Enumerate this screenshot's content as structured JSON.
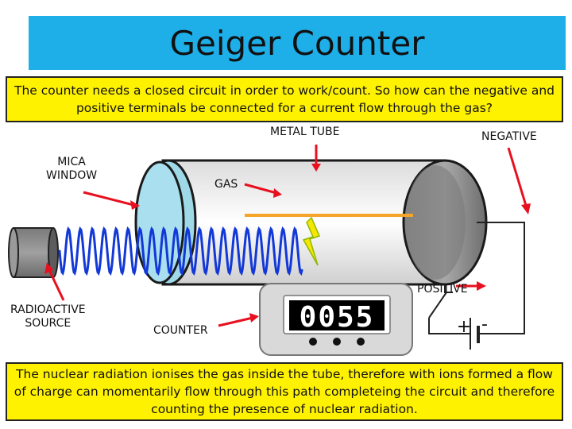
{
  "title": "Geiger Counter",
  "question": "The counter needs a closed circuit in order to work/count. So how can the negative and positive terminals be connected for a current flow through the gas?",
  "explanation": "The nuclear radiation ionises the gas inside the tube, therefore with ions formed a flow of charge can momentarily  flow through this path completeing the circuit and therefore counting the presence of nuclear radiation.",
  "labels": {
    "metal_tube": "METAL TUBE",
    "negative": "NEGATIVE",
    "mica_window": "MICA\nWINDOW",
    "gas": "GAS",
    "positive": "POSITIVE",
    "radioactive_source": "RADIOACTIVE\nSOURCE",
    "counter": "COUNTER"
  },
  "counter_display": "0055",
  "battery_signs": {
    "plus": "+",
    "minus": "-"
  },
  "colors": {
    "title_bg": "#1eaee8",
    "text_box_bg": "#fff200",
    "arrow": "#e8101f",
    "wire": "#f4a52a",
    "wave": "#1238d8",
    "window": "#9fd9e8",
    "spark": "#f5e700"
  }
}
